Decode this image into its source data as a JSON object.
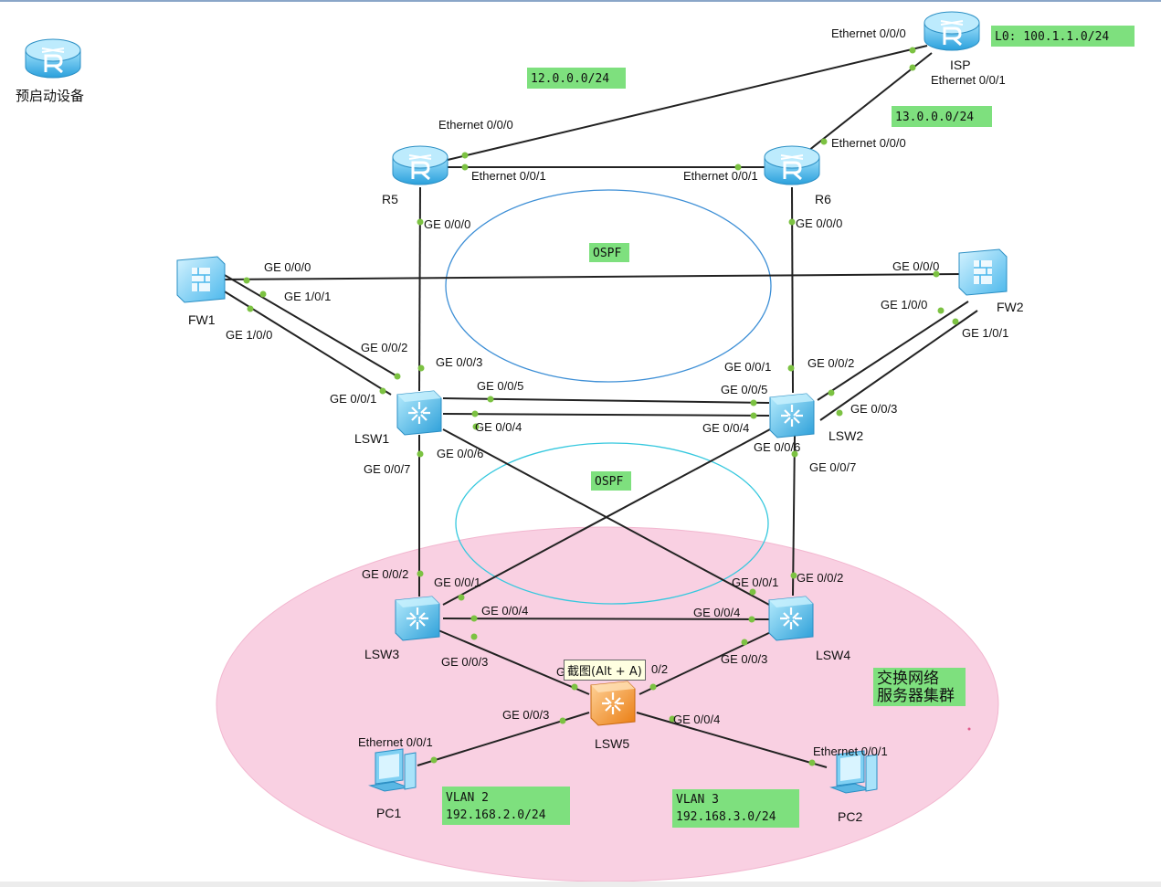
{
  "legend": {
    "label": "预启动设备"
  },
  "devices": {
    "isp": "ISP",
    "r5": "R5",
    "r6": "R6",
    "fw1": "FW1",
    "fw2": "FW2",
    "lsw1": "LSW1",
    "lsw2": "LSW2",
    "lsw3": "LSW3",
    "lsw4": "LSW4",
    "lsw5": "LSW5",
    "pc1": "PC1",
    "pc2": "PC2"
  },
  "notes": {
    "isp_loopback": "L0: 100.1.1.0/24",
    "net_isp_r5": "12.0.0.0/24",
    "net_isp_r6": "13.0.0.0/24",
    "ospf_top": "OSPF",
    "ospf_bottom": "OSPF",
    "server_cluster_line1": "交换网络",
    "server_cluster_line2": "服务器集群",
    "vlan2_name": "VLAN 2",
    "vlan2_net": "192.168.2.0/24",
    "vlan3_name": "VLAN 3",
    "vlan3_net": "192.168.3.0/24"
  },
  "ports": {
    "isp_e000": "Ethernet 0/0/0",
    "isp_e001": "Ethernet 0/0/1",
    "r5_e000": "Ethernet 0/0/0",
    "r5_e001": "Ethernet 0/0/1",
    "r5_g000": "GE 0/0/0",
    "r6_e000": "Ethernet 0/0/0",
    "r6_e001": "Ethernet 0/0/1",
    "r6_g000": "GE 0/0/0",
    "fw1_g000": "GE 0/0/0",
    "fw1_g101": "GE 1/0/1",
    "fw1_g100": "GE 1/0/0",
    "fw2_g000": "GE 0/0/0",
    "fw2_g100": "GE 1/0/0",
    "fw2_g101": "GE 1/0/1",
    "lsw1_g002": "GE 0/0/2",
    "lsw1_g003": "GE 0/0/3",
    "lsw1_g001": "GE 0/0/1",
    "lsw1_g005": "GE 0/0/5",
    "lsw1_g004": "GE 0/0/4",
    "lsw1_g006": "GE 0/0/6",
    "lsw1_g007": "GE 0/0/7",
    "lsw2_g001": "GE 0/0/1",
    "lsw2_g002": "GE 0/0/2",
    "lsw2_g005": "GE 0/0/5",
    "lsw2_g003": "GE 0/0/3",
    "lsw2_g004": "GE 0/0/4",
    "lsw2_g006": "GE 0/0/6",
    "lsw2_g007": "GE 0/0/7",
    "lsw3_g002": "GE 0/0/2",
    "lsw3_g001": "GE 0/0/1",
    "lsw3_g004": "GE 0/0/4",
    "lsw3_g003": "GE 0/0/3",
    "lsw4_g001": "GE 0/0/1",
    "lsw4_g002": "GE 0/0/2",
    "lsw4_g004": "GE 0/0/4",
    "lsw4_g003": "GE 0/0/3",
    "lsw5_g001_partial": "G",
    "lsw5_g002_partial": "0/2",
    "lsw5_g003": "GE 0/0/3",
    "lsw5_g004": "GE 0/0/4",
    "pc1_e001": "Ethernet 0/0/1",
    "pc2_e001": "Ethernet 0/0/1"
  },
  "tooltip": {
    "text": "截图(Alt + A)"
  },
  "colors": {
    "router": "#47b8e8",
    "switch": "#3aa8e0",
    "firewall": "#6fc6ee",
    "lsw5": "#f0932b",
    "note_bg": "#7ee07e",
    "cluster_fill": "#f9d0e2",
    "ospf_top_stroke": "#3d8fd6",
    "ospf_bottom_stroke": "#35c8de",
    "link_dot": "#7cc242"
  }
}
